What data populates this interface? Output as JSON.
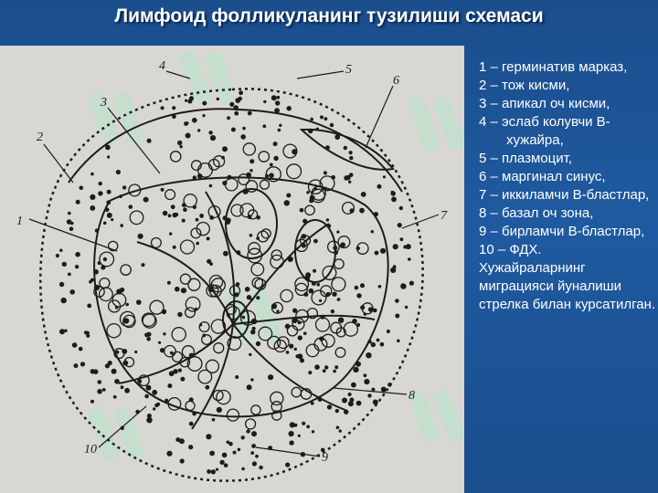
{
  "title": "Лимфоид фолликуланинг тузилиши схемаси",
  "diagram": {
    "callouts": [
      "1",
      "2",
      "3",
      "4",
      "5",
      "6",
      "7",
      "8",
      "9",
      "10"
    ]
  },
  "legend": {
    "items": [
      "1 – герминатив марказ,",
      "2 – тож кисми,",
      "3 – апикал оч кисми,",
      "4 – эслаб колувчи В-хужайра,",
      "5 – плазмоцит,",
      "6 – маргинал синус,",
      "7 – иккиламчи В-бластлар,",
      "8 – базал оч зона,",
      "9 – бирламчи В-бластлар,",
      "10 – ФДХ."
    ],
    "note": "Хужайраларнинг миграцияси йуналиши стрелка билан курсатилган."
  },
  "colors": {
    "background": "#1f5aa0",
    "diagram_bg": "#d8d7d2",
    "ink": "#1c1c1c",
    "watermark": "#b9e3c9"
  }
}
